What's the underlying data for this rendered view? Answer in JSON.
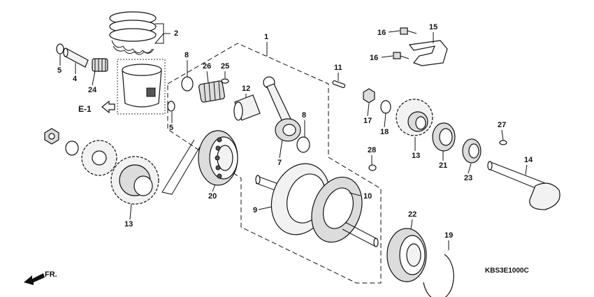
{
  "diagram_code": "KBS3E1000C",
  "reference": "E-1",
  "direction": "FR.",
  "part_labels": [
    "1",
    "2",
    "5",
    "4",
    "24",
    "5",
    "8",
    "26",
    "25",
    "12",
    "7",
    "8",
    "11",
    "16",
    "16",
    "15",
    "17",
    "18",
    "13",
    "21",
    "27",
    "28",
    "14",
    "23",
    "20",
    "9",
    "10",
    "13",
    "22",
    "19"
  ]
}
